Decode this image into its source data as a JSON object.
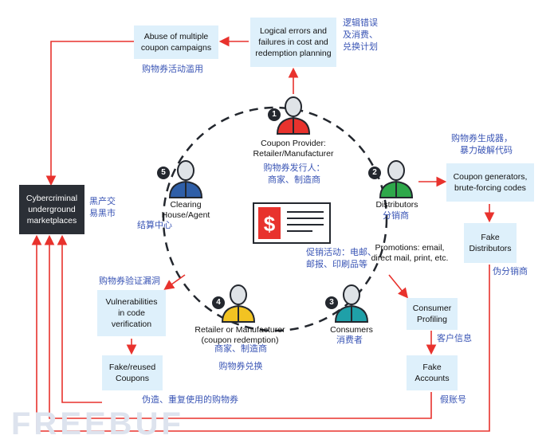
{
  "boxes": {
    "abuse": "Abuse of multiple\ncoupon campaigns",
    "logical": "Logical errors and\nfailures in cost and\nredemption planning",
    "coupon_gen": "Coupon generators,\nbrute-forcing codes",
    "fake_distributors": "Fake\nDistributors",
    "consumer_profiling": "Consumer\nProfiling",
    "fake_accounts": "Fake\nAccounts",
    "vulnerabilities": "Vulnerabilities\nin code\nverification",
    "fake_coupons": "Fake/reused\nCoupons",
    "cybercriminal": "Cybercriminal\nunderground\nmarketplaces"
  },
  "zh": {
    "abuse": "购物券活动滥用",
    "logical": "逻辑错误\n及消费、\n兑换计划",
    "coupon_gen": "购物券生成器，\n暴力破解代码",
    "fake_distributors": "伪分销商",
    "consumer_profiling": "客户信息",
    "fake_accounts": "假账号",
    "vulnerabilities": "购物券验证漏洞",
    "fake_coupons": "伪造、重复使用的购物券",
    "cybercriminal": "黑产交\n易黑市",
    "provider": "购物券发行人：\n商家、制造商",
    "distributors": "分销商",
    "promotions": "促销活动：电邮、\n邮报、印刷品等",
    "consumers": "消费者",
    "retailer": "商家、制造商\n\n购物券兑换",
    "clearing": "结算中心"
  },
  "nodes": {
    "provider": "Coupon Provider:\nRetailer/Manufacturer",
    "distributors": "Distributors",
    "promotions": "Promotions: email,\ndirect mail, print, etc.",
    "consumers": "Consumers",
    "retailer": "Retailer or Manufacturer\n(coupon redemption)",
    "clearing": "Clearing\nHouse/Agent"
  },
  "numbers": [
    "1",
    "2",
    "3",
    "4",
    "5"
  ],
  "colors": {
    "arrow": "#e8322d",
    "box": "#def0fb",
    "dark_box": "#2b2f36",
    "provider": "#e8322d",
    "distributors": "#2ea84a",
    "consumers": "#1fa0a8",
    "retailer": "#f2c322",
    "clearing": "#2f5fa8",
    "chinese_text": "#3a55b5"
  },
  "watermark": "FREEBUF"
}
